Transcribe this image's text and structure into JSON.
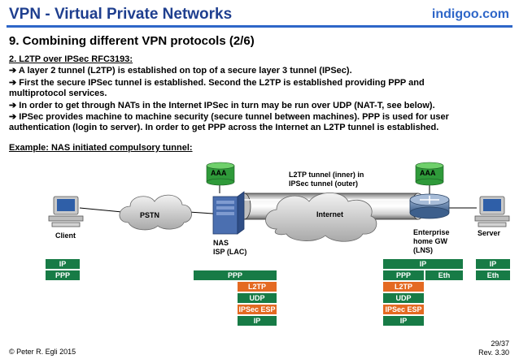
{
  "header": {
    "title": "VPN - Virtual Private Networks",
    "brand": "indigoo.com"
  },
  "section_title": "9. Combining different VPN protocols (2/6)",
  "subtitle": "2. L2TP over IPSec RFC3193:",
  "arrow": "➔",
  "bullets": [
    {
      "lines": [
        "A layer 2 tunnel (L2TP) is established on top of a secure layer 3 tunnel (IPSec)."
      ]
    },
    {
      "lines": [
        "First the secure IPSec tunnel is established. Second the L2TP is established providing PPP and",
        "multiprotocol services."
      ]
    },
    {
      "lines": [
        "In order to get through NATs in the Internet IPSec in turn may be run over UDP (NAT-T, see below)."
      ]
    },
    {
      "lines": [
        "IPSec provides machine to machine security (secure tunnel between machines). PPP is used for user",
        "authentication (login to server). In order to get PPP across the Internet an L2TP tunnel is established."
      ]
    }
  ],
  "example_title": "Example: NAS initiated compulsory tunnel:",
  "diagram": {
    "aaa": "AAA",
    "tunnel_label_1": "L2TP tunnel (inner) in",
    "tunnel_label_2": "IPSec tunnel (outer)",
    "pstn": "PSTN",
    "internet": "Internet",
    "client": "Client",
    "nas_1": "NAS",
    "nas_2": "ISP (LAC)",
    "gw_1": "Enterprise",
    "gw_2": "home GW",
    "gw_3": "(LNS)",
    "server": "Server"
  },
  "stacks": {
    "client": [
      "IP",
      "PPP"
    ],
    "nas_top": "PPP",
    "nas_layers": [
      "L2TP",
      "UDP",
      "IPSec ESP",
      "IP"
    ],
    "gw_ip": "IP",
    "gw_ppp": "PPP",
    "gw_eth": "Eth",
    "gw_layers": [
      "L2TP",
      "UDP",
      "IPSec ESP",
      "IP"
    ],
    "server": [
      "IP",
      "Eth"
    ]
  },
  "footer": {
    "copyright": "© Peter R. Egli 2015",
    "page": "29/37",
    "rev": "Rev. 3.30"
  },
  "colors": {
    "title_blue": "#1f3f8f",
    "brand_blue": "#2e66c8",
    "stack_green": "#177b46",
    "stack_orange": "#e46a22",
    "aaa_green": "#2f9a3a"
  }
}
